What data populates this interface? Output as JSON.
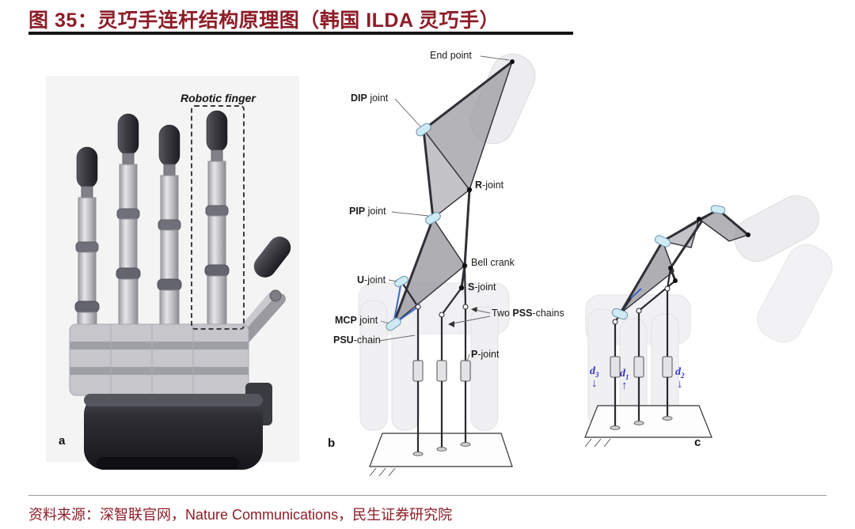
{
  "figure": {
    "title": "图 35：灵巧手连杆结构原理图（韩国 ILDA 灵巧手）",
    "source": "资料来源：深智联官网，Nature Communications，民生证券研究院"
  },
  "colors": {
    "accent_red": "#8D1D28",
    "annotation_blue": "#3434C8",
    "joint_cylinder_blue": "#CDEAF5",
    "rule_black": "#141414"
  },
  "panels": {
    "a": {
      "letter": "a",
      "annotation": "Robotic finger"
    },
    "b": {
      "letter": "b",
      "labels": {
        "end_point": {
          "pre": "End point",
          "strong": "",
          "post": ""
        },
        "dip": {
          "pre": "",
          "strong": "DIP",
          "post": " joint"
        },
        "r": {
          "pre": "",
          "strong": "R",
          "post": "-joint"
        },
        "pip": {
          "pre": "",
          "strong": "PIP",
          "post": " joint"
        },
        "bell_crank": {
          "pre": "Bell crank",
          "strong": "",
          "post": ""
        },
        "u": {
          "pre": "",
          "strong": "U",
          "post": "-joint"
        },
        "s": {
          "pre": "",
          "strong": "S",
          "post": "-joint"
        },
        "mcp": {
          "pre": "",
          "strong": "MCP",
          "post": " joint"
        },
        "two_pss": {
          "pre": "Two ",
          "strong": "PSS",
          "post": "-chains"
        },
        "psu": {
          "pre": "",
          "strong": "PSU",
          "post": "-chain"
        },
        "p": {
          "pre": "",
          "strong": "P",
          "post": "-joint"
        }
      }
    },
    "c": {
      "letter": "c",
      "actuators": [
        {
          "base": "d",
          "sub": "3",
          "arrow": "↓"
        },
        {
          "base": "d",
          "sub": "1",
          "arrow": "↑"
        },
        {
          "base": "d",
          "sub": "2",
          "arrow": "↓"
        }
      ]
    }
  }
}
